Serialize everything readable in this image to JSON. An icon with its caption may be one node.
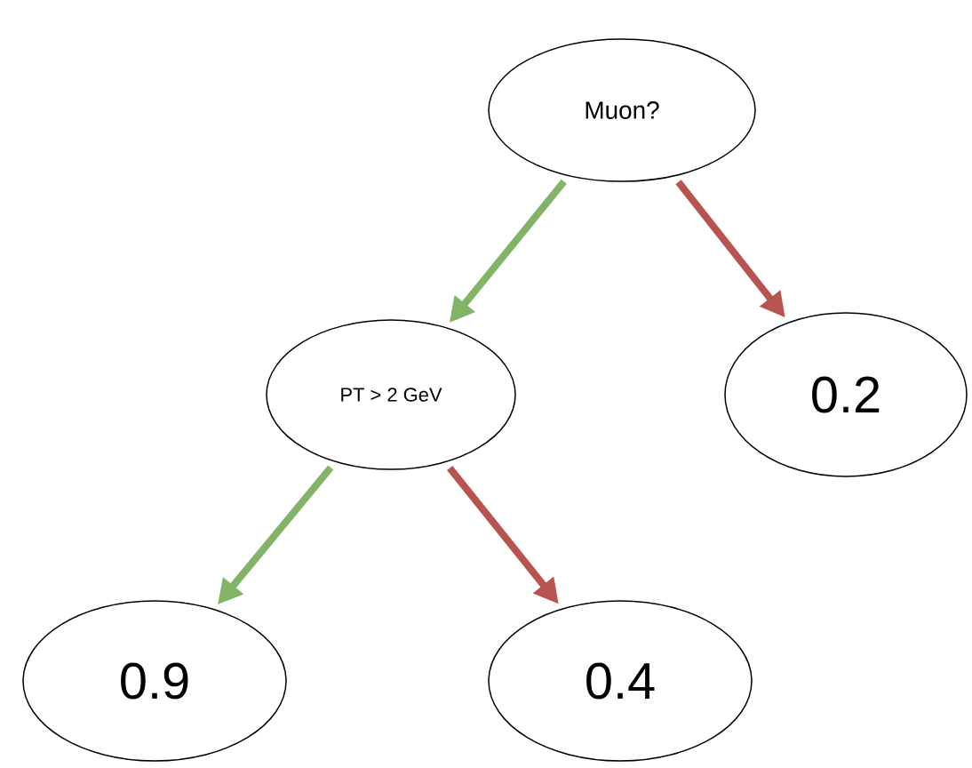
{
  "diagram": {
    "nodes": [
      {
        "text": [
          "Muon?"
        ]
      },
      {
        "text": [
          "PT > 2 GeV"
        ]
      },
      {
        "text": [
          "0.2"
        ]
      },
      {
        "text": [
          "0.9"
        ]
      },
      {
        "text": [
          "0.4"
        ]
      }
    ],
    "edges": [
      {
        "from": 0,
        "to": 1,
        "arrow": "to",
        "color": "#82b366"
      },
      {
        "from": 0,
        "to": 2,
        "arrow": "to",
        "color": "#b85450"
      },
      {
        "from": 1,
        "to": 3,
        "arrow": "to",
        "color": "#82b366"
      },
      {
        "from": 1,
        "to": 4,
        "arrow": "to",
        "color": "#b85450"
      }
    ]
  }
}
